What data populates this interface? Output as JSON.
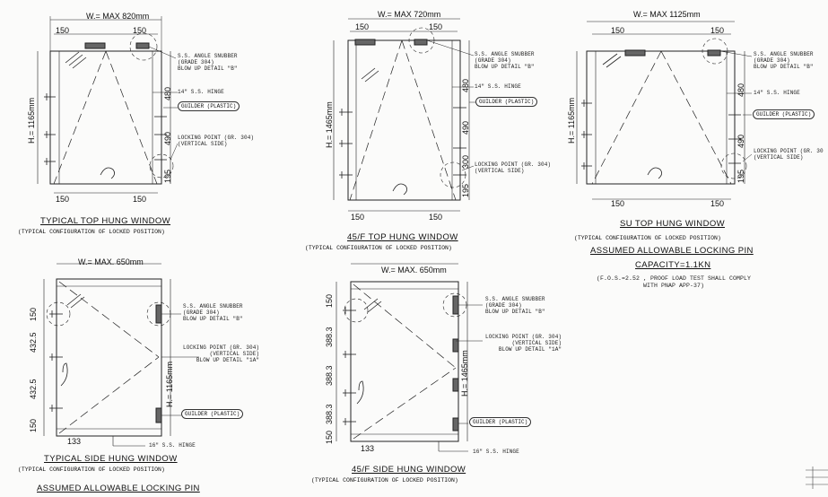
{
  "drawings": {
    "d1": {
      "width": "W.= MAX 820mm",
      "height": "H.= 1165mm",
      "dims_top": [
        "150",
        "150"
      ],
      "dims_bottom": [
        "150",
        "150"
      ],
      "dims_side": [
        "480",
        "490",
        "195"
      ],
      "snubber": "S.S. ANGLE SNUBBER\n(GRADE 304)\nBLOW UP DETAIL \"B\"",
      "hinge": "14\" S.S. HINGE",
      "guilder": "GUILDER (PLASTIC)",
      "locking": "LOCKING POINT (GR. 304)\n(VERTICAL SIDE)",
      "title": "TYPICAL TOP HUNG WINDOW",
      "subtitle": "(TYPICAL CONFIGURATION OF LOCKED POSITION)"
    },
    "d2": {
      "width": "W.= MAX 720mm",
      "height": "H.= 1465mm",
      "dims_top": [
        "150",
        "150"
      ],
      "dims_bottom": [
        "150",
        "150"
      ],
      "dims_side": [
        "480",
        "490",
        "300",
        "195"
      ],
      "snubber": "S.S. ANGLE SNUBBER\n(GRADE 304)\nBLOW UP DETAIL \"B\"",
      "hinge": "14\" S.S. HINGE",
      "guilder": "GUILDER (PLASTIC)",
      "locking": "LOCKING POINT (GR. 304)\n(VERTICAL SIDE)",
      "title": "45/F TOP HUNG WINDOW",
      "subtitle": "(TYPICAL CONFIGURATION OF LOCKED POSITION)"
    },
    "d3": {
      "width": "W.= MAX 1125mm",
      "height": "H.= 1165mm",
      "dims_top": [
        "150",
        "150"
      ],
      "dims_bottom": [
        "150",
        "150"
      ],
      "dims_side": [
        "480",
        "490",
        "195"
      ],
      "snubber": "S.S. ANGLE SNUBBER\n(GRADE 304)\nBLOW UP DETAIL \"B\"",
      "hinge": "14\" S.S. HINGE",
      "guilder": "GUILDER (PLASTIC)",
      "locking": "LOCKING POINT (GR. 30\n(VERTICAL SIDE)",
      "title": "SU TOP HUNG WINDOW",
      "subtitle": "(TYPICAL CONFIGURATION OF LOCKED POSITION)",
      "note_title": "ASSUMED ALLOWABLE LOCKING PIN",
      "note_capacity": "CAPACITY=1.1KN",
      "note_text": "(F.O.S.=2.52 , PROOF LOAD TEST SHALL COMPLY\nWITH PNAP APP-37)"
    },
    "d4": {
      "width": "W.= MAX. 650mm",
      "height": "H.= 1165mm",
      "dims_side": [
        "150",
        "432.5",
        "432.5",
        "150"
      ],
      "dim_bottom": "133",
      "snubber": "S.S. ANGLE SNUBBER\n(GRADE 304)\nBLOW UP DETAIL \"B\"",
      "locking": "LOCKING POINT (GR. 304)\n(VERTICAL SIDE)\nBLOW UP DETAIL \"1A\"",
      "guilder": "GUILDER (PLASTIC)",
      "hinge": "16\" S.S. HINGE",
      "title": "TYPICAL SIDE HUNG WINDOW",
      "subtitle": "(TYPICAL CONFIGURATION OF LOCKED POSITION)",
      "note_title": "ASSUMED ALLOWABLE LOCKING PIN"
    },
    "d5": {
      "width": "W.= MAX. 650mm",
      "height": "H.= 1465mm",
      "dims_side": [
        "150",
        "388.3",
        "388.3",
        "388.3",
        "150"
      ],
      "dim_bottom": "133",
      "snubber": "S.S. ANGLE SNUBBER\n(GRADE 304)\nBLOW UP DETAIL \"B\"",
      "locking": "LOCKING POINT (GR. 304)\n(VERTICAL SIDE)\nBLOW UP DETAIL \"1A\"",
      "guilder": "GUILDER (PLASTIC)",
      "hinge": "16\" S.S. HINGE",
      "title": "45/F SIDE HUNG WINDOW",
      "subtitle": "(TYPICAL CONFIGURATION OF LOCKED POSITION)"
    }
  }
}
